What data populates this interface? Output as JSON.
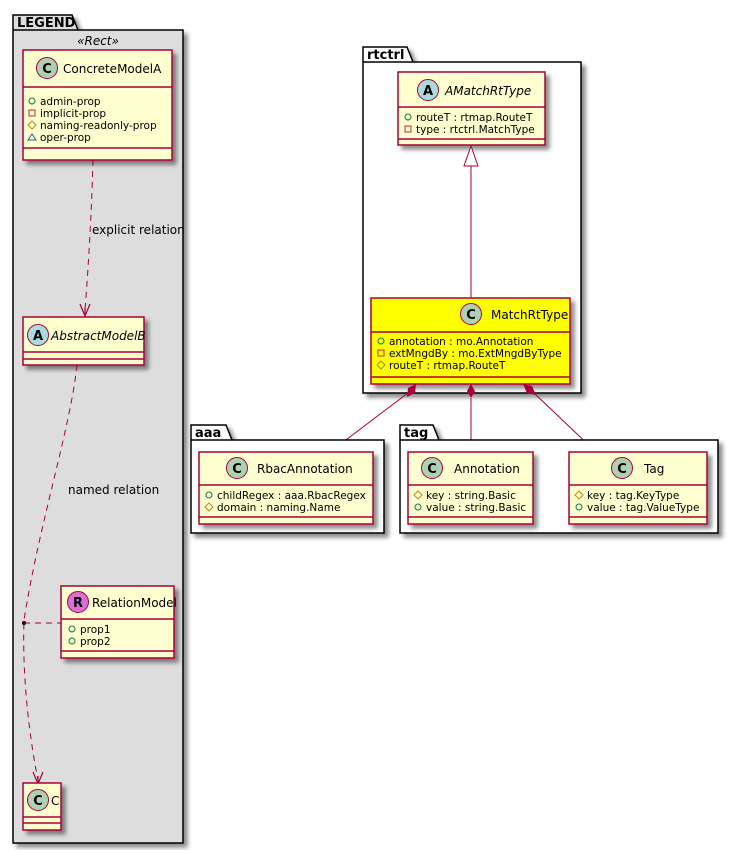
{
  "colors": {
    "class_fill": "#FEFECE",
    "highlight_fill": "#FFFF00",
    "border": "#A80036",
    "legend_fill": "#DDDDDD",
    "class_badge": "#ADD1B2",
    "abstract_badge": "#A9DCDF",
    "relation_badge": "#DA70D6",
    "public_icon": "#038048",
    "private_icon": "#C82930",
    "protected_icon": "#B38D22",
    "package_icon": "#1963A0"
  },
  "packages": {
    "legend": {
      "name": "LEGEND",
      "stereotype": "«Rect»"
    },
    "rtctrl": {
      "name": "rtctrl"
    },
    "aaa": {
      "name": "aaa"
    },
    "tag": {
      "name": "tag"
    }
  },
  "classes": {
    "concrete_model_a": {
      "badge": "C",
      "name": "ConcreteModelA",
      "abstract": false,
      "members": [
        {
          "visibility": "public",
          "text": "admin-prop"
        },
        {
          "visibility": "private",
          "text": "implicit-prop"
        },
        {
          "visibility": "protected",
          "text": "naming-readonly-prop"
        },
        {
          "visibility": "package",
          "text": "oper-prop"
        }
      ]
    },
    "abstract_model_b": {
      "badge": "A",
      "name": "AbstractModelB",
      "abstract": true,
      "members": []
    },
    "relation_model": {
      "badge": "R",
      "name": "RelationModel",
      "abstract": false,
      "members": [
        {
          "visibility": "public",
          "text": "prop1"
        },
        {
          "visibility": "public",
          "text": "prop2"
        }
      ]
    },
    "c": {
      "badge": "C",
      "name": "C",
      "abstract": false,
      "members": []
    },
    "a_match_rt_type": {
      "badge": "A",
      "name": "AMatchRtType",
      "abstract": true,
      "members": [
        {
          "visibility": "public",
          "text": "routeT : rtmap.RouteT"
        },
        {
          "visibility": "private",
          "text": "type : rtctrl.MatchType"
        }
      ]
    },
    "match_rt_type": {
      "badge": "C",
      "name": "MatchRtType",
      "abstract": false,
      "highlighted": true,
      "members": [
        {
          "visibility": "public",
          "text": "annotation : mo.Annotation"
        },
        {
          "visibility": "private",
          "text": "extMngdBy : mo.ExtMngdByType"
        },
        {
          "visibility": "protected",
          "text": "routeT : rtmap.RouteT"
        }
      ]
    },
    "rbac_annotation": {
      "badge": "C",
      "name": "RbacAnnotation",
      "abstract": false,
      "members": [
        {
          "visibility": "public",
          "text": "childRegex : aaa.RbacRegex"
        },
        {
          "visibility": "protected",
          "text": "domain : naming.Name"
        }
      ]
    },
    "annotation": {
      "badge": "C",
      "name": "Annotation",
      "abstract": false,
      "members": [
        {
          "visibility": "protected",
          "text": "key : string.Basic"
        },
        {
          "visibility": "public",
          "text": "value : string.Basic"
        }
      ]
    },
    "tag": {
      "badge": "C",
      "name": "Tag",
      "abstract": false,
      "members": [
        {
          "visibility": "protected",
          "text": "key : tag.KeyType"
        },
        {
          "visibility": "public",
          "text": "value : tag.ValueType"
        }
      ]
    }
  },
  "relations": [
    {
      "from": "ConcreteModelA",
      "to": "AbstractModelB",
      "type": "dependency",
      "label": "explicit relation"
    },
    {
      "from": "AbstractModelB",
      "to": "C",
      "type": "dependency",
      "label": "named relation",
      "association_class": "RelationModel"
    },
    {
      "from": "MatchRtType",
      "to": "AMatchRtType",
      "type": "inheritance",
      "label": ""
    },
    {
      "from": "MatchRtType",
      "to": "RbacAnnotation",
      "type": "composition",
      "label": ""
    },
    {
      "from": "MatchRtType",
      "to": "Annotation",
      "type": "composition",
      "label": ""
    },
    {
      "from": "MatchRtType",
      "to": "Tag",
      "type": "composition",
      "label": ""
    }
  ]
}
